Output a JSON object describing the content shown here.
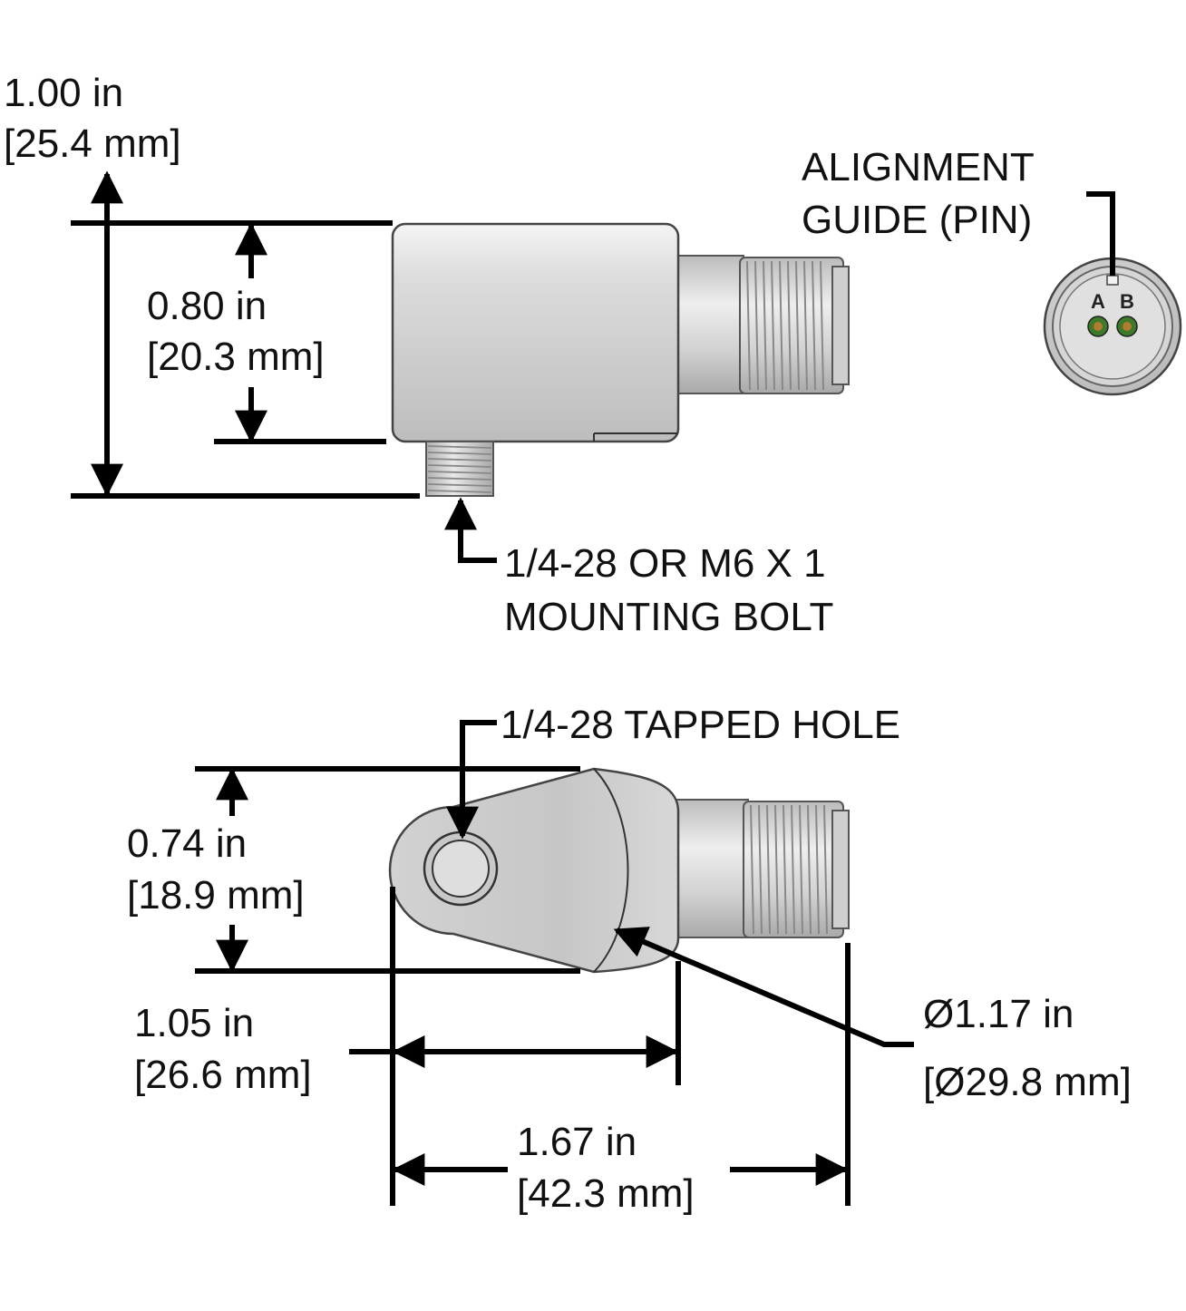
{
  "dimensions": {
    "overall_height": {
      "in": "1.00 in",
      "mm": "[25.4 mm]"
    },
    "body_height": {
      "in": "0.80 in",
      "mm": "[20.3 mm]"
    },
    "base_width": {
      "in": "0.74 in",
      "mm": "[18.9 mm]"
    },
    "body_length": {
      "in": "1.05 in",
      "mm": "[26.6 mm]"
    },
    "overall_length": {
      "in": "1.67 in",
      "mm": "[42.3 mm]"
    },
    "diameter": {
      "in": "Ø1.17 in",
      "mm": "[Ø29.8 mm]"
    }
  },
  "callouts": {
    "alignment": {
      "line1": "ALIGNMENT",
      "line2": "GUIDE (PIN)"
    },
    "mounting_bolt": {
      "line1": "1/4-28 OR M6 X 1",
      "line2": "MOUNTING BOLT"
    },
    "tapped_hole": {
      "line1": "1/4-28 TAPPED HOLE"
    }
  },
  "connector_pins": {
    "pin_a": "A",
    "pin_b": "B"
  }
}
